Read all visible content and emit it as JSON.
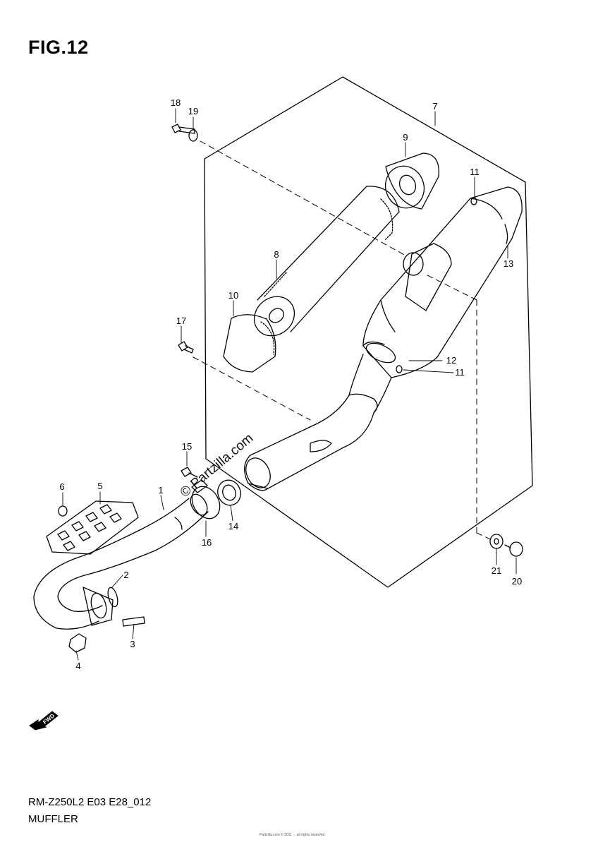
{
  "figure": {
    "title": "FIG.12",
    "model_code": "RM-Z250L2 E03 E28_012",
    "section_name": "MUFFLER",
    "watermark": "© Partzilla.com",
    "fine_print": "Partzilla.com © 2011 ... all rights reserved"
  },
  "icons": {
    "fwd": {
      "icon": "fwd-arrow-icon",
      "label": "FWD"
    }
  },
  "callouts": [
    "18",
    "19",
    "7",
    "9",
    "11",
    "8",
    "10",
    "13",
    "17",
    "12",
    "11",
    "15",
    "6",
    "5",
    "1",
    "14",
    "16",
    "2",
    "3",
    "4",
    "21",
    "20"
  ]
}
